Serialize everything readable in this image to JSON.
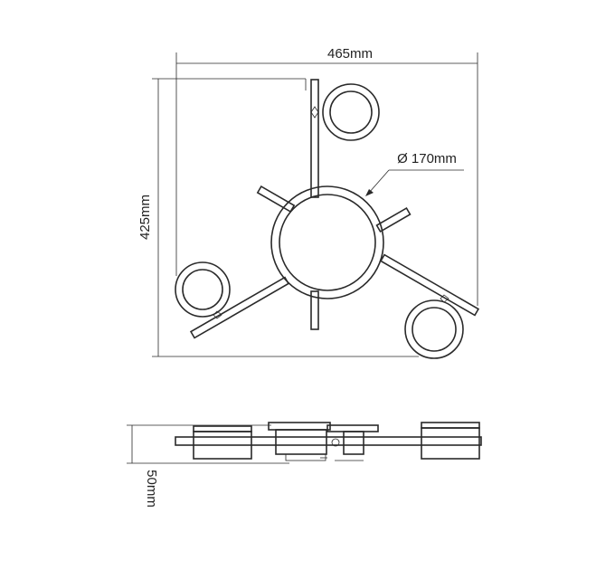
{
  "dimensions": {
    "width_label": "465mm",
    "height_label": "425mm",
    "diameter_label": "Ø 170mm",
    "depth_label": "50mm"
  }
}
